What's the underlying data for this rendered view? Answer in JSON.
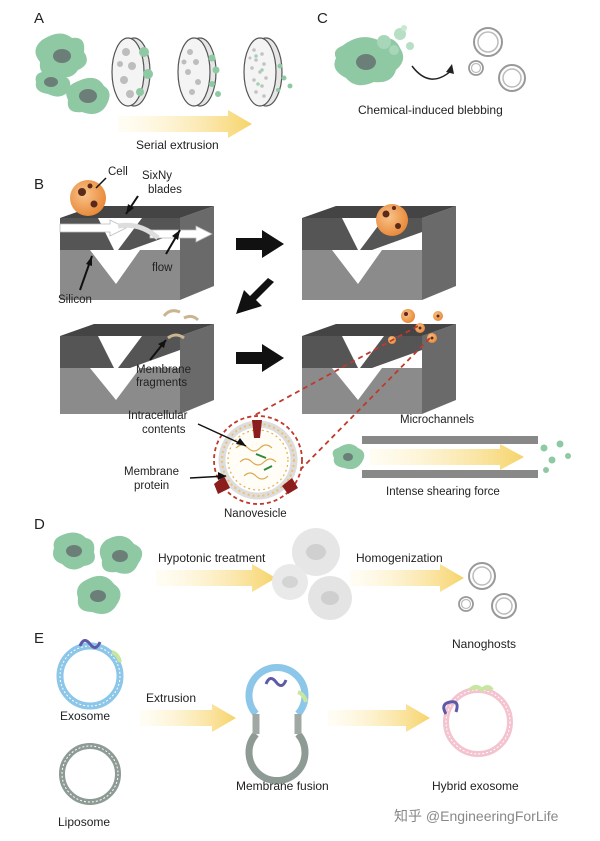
{
  "panels": {
    "a": "A",
    "b": "B",
    "c": "C",
    "d": "D",
    "e": "E"
  },
  "panel_a": {
    "caption": "Serial extrusion"
  },
  "panel_b": {
    "cell": "Cell",
    "blades_main": "SixNy",
    "blades_line2": "blades",
    "flow": "flow",
    "silicon": "Silicon",
    "membrane_line1": "Membrane",
    "membrane_line2": "fragments",
    "intracellular_line1": "Intracellular",
    "intracellular_line2": "contents",
    "membrane_protein_line1": "Membrane",
    "membrane_protein_line2": "protein",
    "nanovesicle": "Nanovesicle",
    "microchannels": "Microchannels",
    "shearing": "Intense shearing force"
  },
  "panel_c": {
    "caption": "Chemical-induced blebbing"
  },
  "panel_d": {
    "hypotonic": "Hypotonic treatment",
    "homogenization": "Homogenization",
    "nanoghosts": "Nanoghosts"
  },
  "panel_e": {
    "exosome": "Exosome",
    "extrusion": "Extrusion",
    "liposome": "Liposome",
    "membrane_fusion": "Membrane fusion",
    "hybrid": "Hybrid exosome"
  },
  "watermark": "知乎 @EngineeringForLife",
  "colors": {
    "cell": "#8fc9a4",
    "nucleus": "#6b7f78",
    "exosome": "#8cc6e8",
    "liposome": "#8e9a94",
    "hybrid": "#f3c3cf",
    "arrow": "#f7d77a",
    "dashed": "#c0392b",
    "silicon": "#7a7a7a"
  }
}
